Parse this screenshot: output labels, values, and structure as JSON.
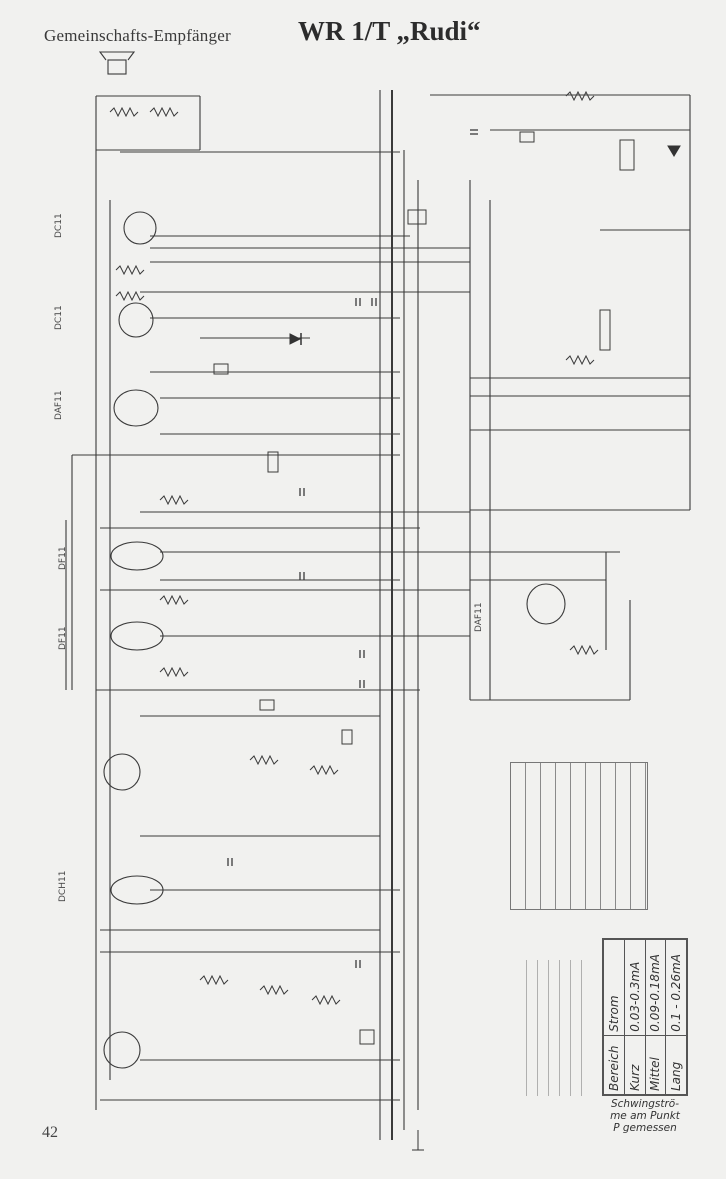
{
  "header": {
    "title_left": "Gemeinschafts-Empfänger",
    "title_right": "WR 1/T „Rudi“"
  },
  "page_number": "42",
  "tube_labels": [
    "DC11",
    "DC11",
    "DAF11",
    "DF11",
    "DF11",
    "DAF11",
    "DCH11"
  ],
  "oscillator_table": {
    "headers": [
      "Bereich",
      "Strom"
    ],
    "rows": [
      [
        "Kurz",
        "0.03-0.3mA"
      ],
      [
        "Mittel",
        "0.09-0.18mA"
      ],
      [
        "Lang",
        "0.1 - 0.26mA"
      ]
    ]
  },
  "caption": [
    "Schwingströ-",
    "me am Punkt",
    "P gemessen"
  ]
}
